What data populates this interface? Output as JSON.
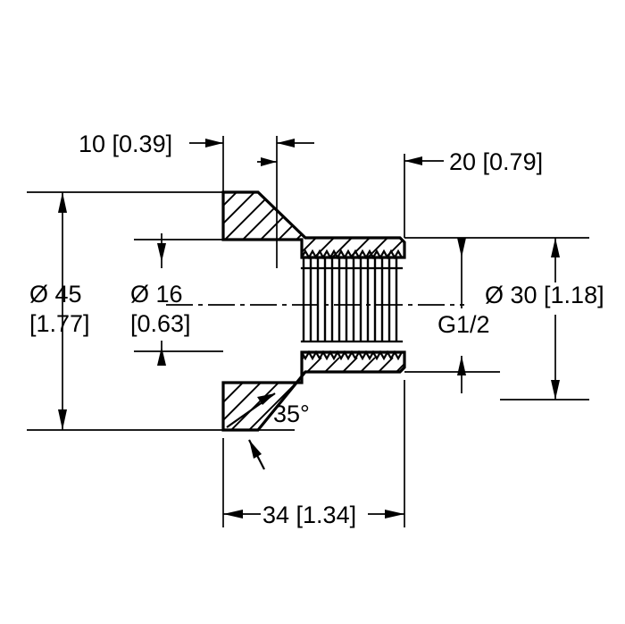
{
  "drawing": {
    "title": "Threaded bushing cross-section drawing",
    "line_color": "#000000",
    "background_color": "#ffffff",
    "dimensions": {
      "flange_thickness": "10 [0.39]",
      "thread_length": "20 [0.79]",
      "flange_diameter": "Ø 45",
      "flange_diameter_inch": "[1.77]",
      "bore_diameter": "Ø 16",
      "bore_diameter_inch": "[0.63]",
      "body_diameter": "Ø 30 [1.18]",
      "thread_spec": "G1/2",
      "chamfer_angle": "35°",
      "overall_length": "34 [1.34]"
    }
  }
}
